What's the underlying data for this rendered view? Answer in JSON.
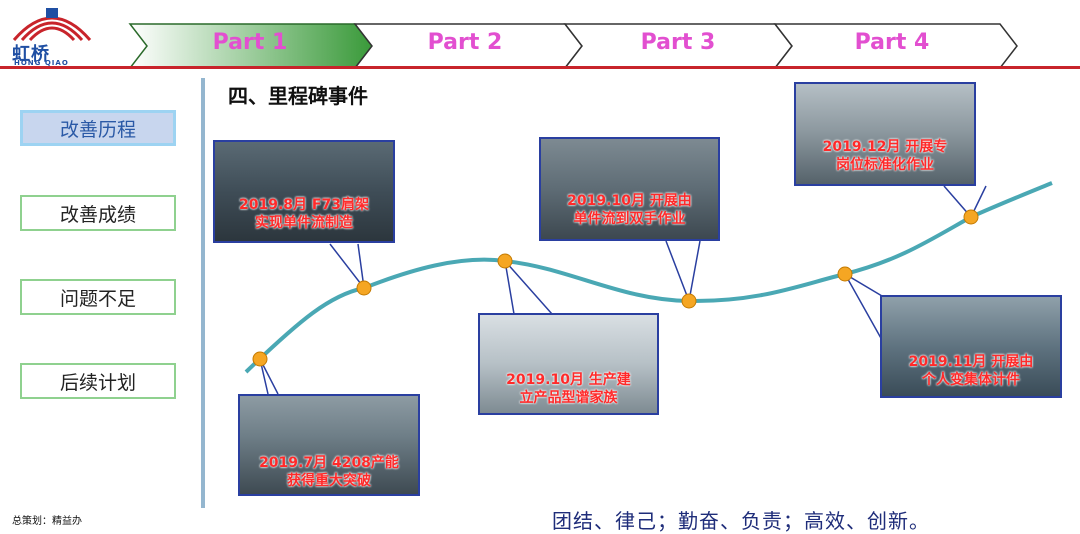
{
  "logo": {
    "text": "虹桥",
    "subtitle": "HONG QIAO"
  },
  "steps": [
    "Part 1",
    "Part 2",
    "Part 3",
    "Part 4"
  ],
  "nav": [
    {
      "label": "改善历程",
      "active": true
    },
    {
      "label": "改善成绩",
      "active": false
    },
    {
      "label": "问题不足",
      "active": false
    },
    {
      "label": "后续计划",
      "active": false
    }
  ],
  "section_title": "四、里程碑事件",
  "milestones": [
    {
      "caption": "2019.7月 4208产能\n获得重大突破"
    },
    {
      "caption": "2019.8月 F73肩架\n实现单件流制造"
    },
    {
      "caption": "2019.10月 生产建\n立产品型谱家族"
    },
    {
      "caption": "2019.10月 开展由\n单件流到双手作业"
    },
    {
      "caption": "2019.11月 开展由\n个人变集体计件"
    },
    {
      "caption": "2019.12月 开展专\n岗位标准化作业"
    }
  ],
  "footer": {
    "left": "总策划：精益办",
    "right": "团结、律己；勤奋、负责；高效、创新。"
  },
  "colors": {
    "curve": "#4aa8b4",
    "dot": "#f5a623",
    "frame": "#2a3fa0",
    "caption": "#ff2a2a"
  }
}
